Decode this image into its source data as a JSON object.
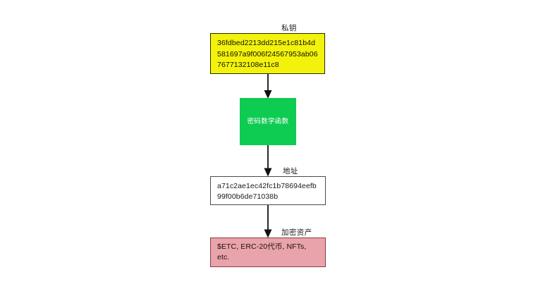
{
  "diagram": {
    "background_color": "#ffffff",
    "nodes": [
      {
        "id": "private-key",
        "label": "私钥",
        "text": "36fdbed2213dd215e1c81b4d581697a9f006f24567953ab067677132108e11c8",
        "fill_color": "#f2f20d",
        "border_color": "#2b2b00",
        "text_color": "#111100"
      },
      {
        "id": "crypto-function",
        "label": "",
        "text": "密码数学函数",
        "fill_color": "#0ecb52",
        "border_color": "none",
        "text_color": "#ffffff"
      },
      {
        "id": "address",
        "label": "地址",
        "text": "a71c2ae1ec42fc1b78694eefb99f00b6de71038b",
        "fill_color": "#ffffff",
        "border_color": "#4a4a4a",
        "text_color": "#1a1a1a"
      },
      {
        "id": "crypto-assets",
        "label": "加密资产",
        "text": "$ETC, ERC-20代币, NFTs, etc.",
        "fill_color": "#e8a3ab",
        "border_color": "#8f3b3b",
        "text_color": "#231010"
      }
    ],
    "edges": [
      {
        "id": "edge-key-to-function",
        "from": "private-key",
        "to": "crypto-function",
        "color": "#111111"
      },
      {
        "id": "edge-function-to-address",
        "from": "crypto-function",
        "to": "address",
        "color": "#111111"
      },
      {
        "id": "edge-address-to-assets",
        "from": "address",
        "to": "crypto-assets",
        "color": "#111111"
      }
    ]
  }
}
